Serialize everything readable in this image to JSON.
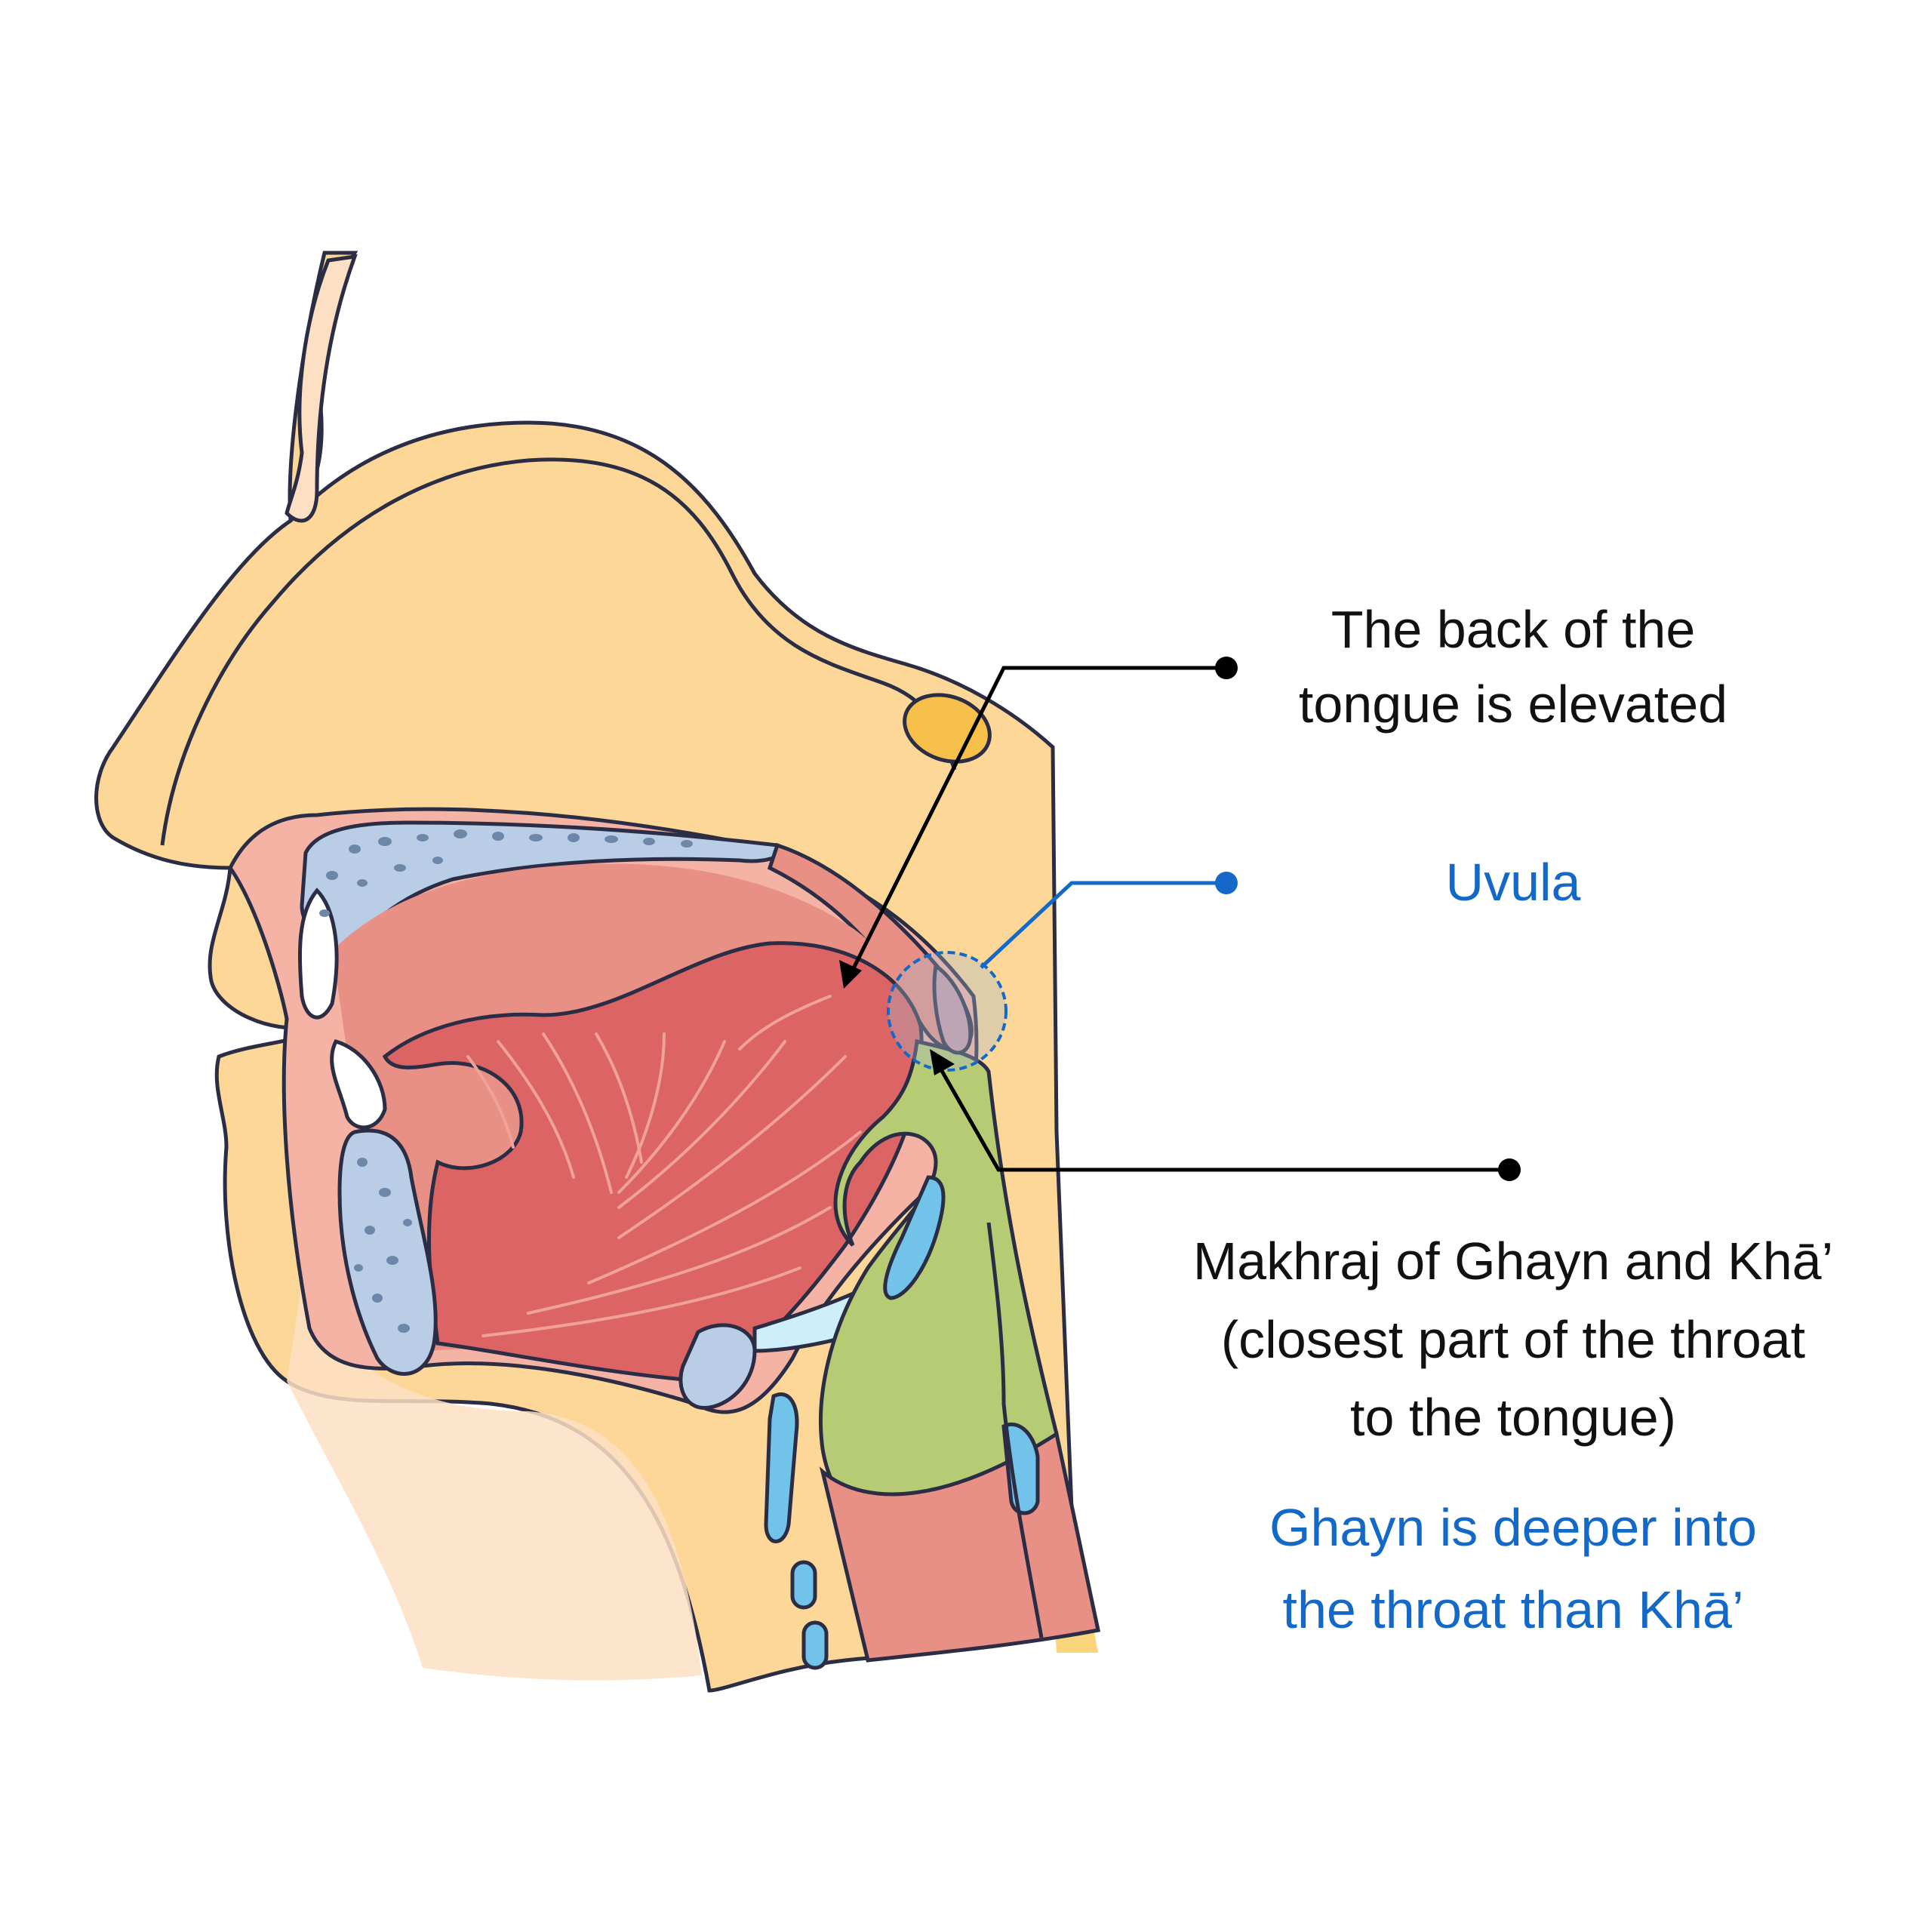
{
  "labels": {
    "tongue_back": {
      "line1": "The back of the",
      "line2": "tongue is elevated"
    },
    "uvula": {
      "text": "Uvula"
    },
    "makhraj": {
      "line1": "Makhraj of Ghayn and Khā’",
      "line2": "(closest part of the throat",
      "line3": "to the tongue)"
    },
    "note": {
      "line1": "Ghayn is deeper into",
      "line2": "the throat than Khā’"
    }
  },
  "colors": {
    "skin": "#fcd798",
    "skin_light": "#fde0c4",
    "tongue": "#dc6464",
    "tongue_fibers": "#f0a29a",
    "mouth_cavity": "#e88f86",
    "throat_green": "#b7cb74",
    "bone": "#b9cde6",
    "cartilage_blue": "#72c3ea",
    "outline": "#2b2d45",
    "label_blue": "#1469c8",
    "label_black": "#111111"
  }
}
